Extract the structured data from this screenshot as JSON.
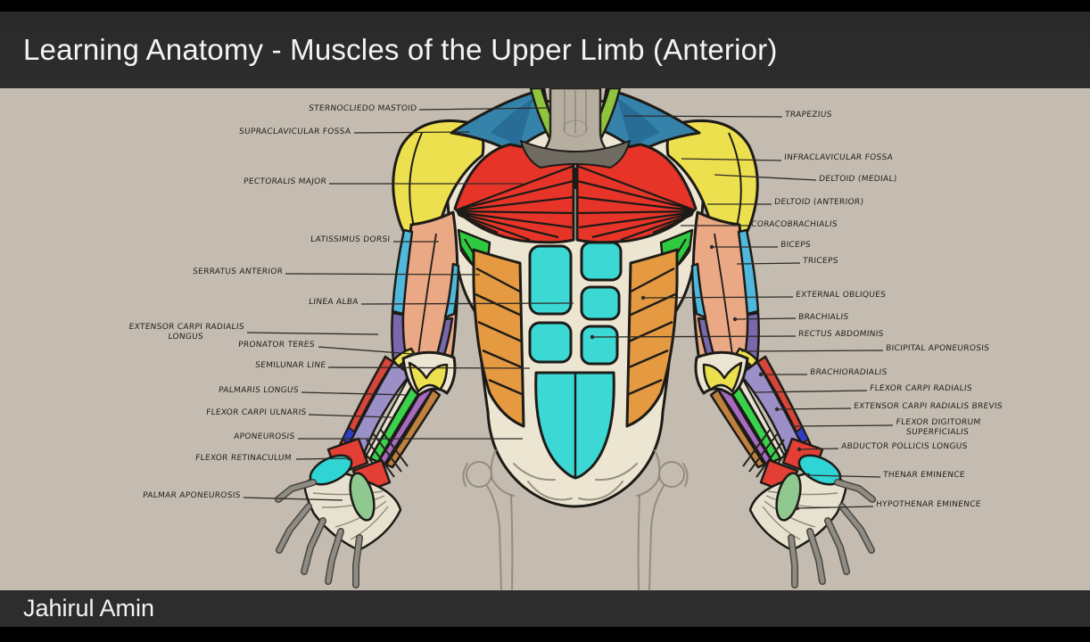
{
  "header": {
    "title": "Learning Anatomy - Muscles of the Upper Limb (Anterior)"
  },
  "footer": {
    "credit": "Jahirul Amin"
  },
  "diagram": {
    "labels_left": [
      "STERNOCLIEDO MASTOID",
      "SUPRACLAVICULAR FOSSA",
      "PECTORALIS MAJOR",
      "LATISSIMUS DORSI",
      "SERRATUS ANTERIOR",
      "LINEA ALBA",
      "EXTENSOR CARPI RADIALIS\nLONGUS",
      "PRONATOR TERES",
      "SEMILUNAR LINE",
      "PALMARIS LONGUS",
      "FLEXOR CARPI ULNARIS",
      "APONEUROSIS",
      "FLEXOR RETINACULUM",
      "PALMAR APONEUROSIS"
    ],
    "labels_right": [
      "TRAPEZIUS",
      "INFRACLAVICULAR FOSSA",
      "DELTOID (MEDIAL)",
      "DELTOID (ANTERIOR)",
      "CORACOBRACHIALIS",
      "BICEPS",
      "TRICEPS",
      "EXTERNAL OBLIQUES",
      "BRACHIALIS",
      "RECTUS ABDOMINIS",
      "BICIPITAL APONEUROSIS",
      "BRACHIORADIALIS",
      "FLEXOR CARPI RADIALIS",
      "EXTENSOR CARPI RADIALIS BREVIS",
      "FLEXOR DIGITORUM\nSUPERFICIALIS",
      "ABDUCTOR POLLICIS LONGUS",
      "THENAR EMINENCE",
      "HYPOTHENAR EMINENCE"
    ]
  },
  "colors": {
    "frame_black": "#000000",
    "bar_dark": "#2d2d2d",
    "title_text": "#f5f4f2",
    "stage_bg": "#c4bcb0",
    "ink": "#2e2a24",
    "outline": "#1d1b17",
    "torso_cream": "#ece5d2",
    "trapezius_blue": "#3583ab",
    "scm_green": "#8fc43e",
    "pectoralis_red": "#e73428",
    "deltoid_yellow": "#ede04e",
    "serratus_green": "#2fcb3e",
    "oblique_orange": "#e59a41",
    "abs_cyan": "#3bd8d4",
    "biceps_salmon": "#eaa885",
    "triceps_blue": "#4fb8dc",
    "brachialis_purple": "#7a68ad",
    "brachioradialis_purple": "#9a8fc7",
    "fcr_green": "#3bd24b",
    "palmaris_magenta": "#a66bbf",
    "fcu_brown": "#c08140",
    "strip_red": "#d6453a",
    "retinaculum_red": "#e33f35",
    "thenar_cyan": "#2fd4d4",
    "hypothenar_green": "#8fc98f",
    "bone_gray": "#8e8c84",
    "palm_cream": "#e7e1d0",
    "sketch_gray": "#8f8778",
    "neck_gray": "#b6ae9f"
  }
}
